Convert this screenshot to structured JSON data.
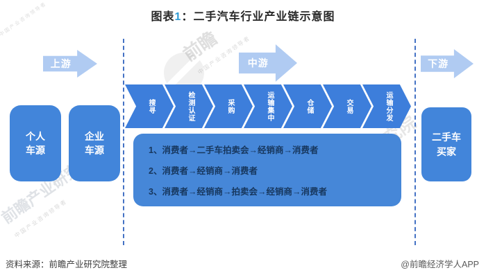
{
  "title": {
    "part1": "图表",
    "num": "1",
    "part2": "：二手汽车行业产业链示意图"
  },
  "sections": {
    "upstream": {
      "label": "上游",
      "boxes": [
        "个人车源",
        "企业车源"
      ]
    },
    "midstream": {
      "label": "中游",
      "chevrons": [
        "搜寻",
        "检测认证",
        "采购",
        "运输集中",
        "仓储",
        "交易",
        "运输分发"
      ],
      "flows": [
        "1、消费者→二手车拍卖会→经销商→消费者",
        "2、消费者→经销商→消费者",
        "3、消费者→经销商→拍卖会→经销商→消费者"
      ]
    },
    "downstream": {
      "label": "下游",
      "boxes": [
        "二手车买家"
      ]
    }
  },
  "footer": {
    "source": "资料来源：前瞻产业研究院整理",
    "credit": "@前瞻经济学人APP"
  },
  "watermarks": {
    "brand": "前瞻",
    "institute": "前瞻产业研究院",
    "slogan": "中国产业咨询领导者"
  },
  "colors": {
    "blue": "#3d7edb",
    "box": "#4285da",
    "panel": "#4687d8",
    "light_arrow": "#b0cbf2",
    "dash": "#4472c4",
    "navy": "#17375e",
    "title_num": "#2e9bd5"
  }
}
